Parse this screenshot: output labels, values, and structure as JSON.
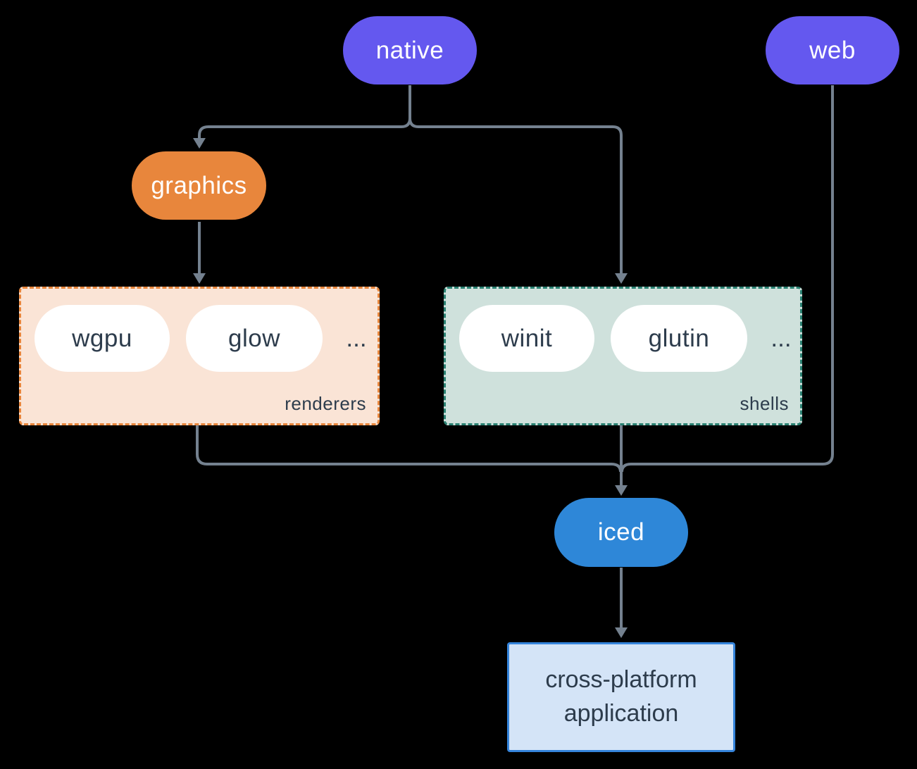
{
  "colors": {
    "background": "#000000",
    "line": "#74818f",
    "purple": "#6458ef",
    "orange": "#e8863c",
    "blue": "#2e87d8",
    "renderers_bg": "#fae4d6",
    "renderers_border": "#e8863c",
    "shells_bg": "#cfe1dc",
    "shells_border": "#2a8172",
    "app_bg": "#d4e4f7",
    "app_border": "#3584db",
    "pill_bg": "#ffffff",
    "dark_text": "#2d3c4c",
    "light_text": "#ffffff"
  },
  "nodes": {
    "native": "native",
    "web": "web",
    "graphics": "graphics",
    "iced": "iced",
    "app": "cross-platform application"
  },
  "groups": {
    "renderers": {
      "label": "renderers",
      "items": [
        "wgpu",
        "glow"
      ],
      "more": "..."
    },
    "shells": {
      "label": "shells",
      "items": [
        "winit",
        "glutin"
      ],
      "more": "..."
    }
  }
}
